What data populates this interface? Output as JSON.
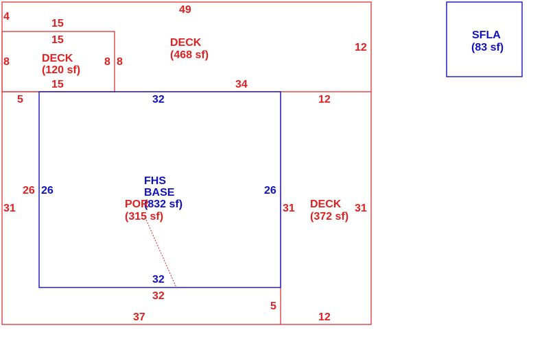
{
  "colors": {
    "deck": "#e02020",
    "base": "#1010c0",
    "background": "#ffffff"
  },
  "areas": {
    "deck_top": {
      "name": "DECK",
      "area": "(468 sf)"
    },
    "deck_small": {
      "name": "DECK",
      "area": "(120 sf)"
    },
    "base": {
      "name_line1": "FHS",
      "name_line2": "BASE",
      "area": "(832 sf)"
    },
    "porch": {
      "name": "POR",
      "area": "(315 sf)"
    },
    "deck_right": {
      "name": "DECK",
      "area": "(372 sf)"
    },
    "sfla": {
      "name": "SFLA",
      "area": "(83 sf)"
    }
  },
  "dimensions": {
    "top_width": "49",
    "top_left_height": "4",
    "small_deck_top_outer": "15",
    "small_deck_top_inner": "15",
    "small_deck_bottom": "15",
    "small_deck_left": "8",
    "small_deck_right_inner": "8",
    "small_deck_right_outer": "8",
    "top_deck_right_height": "12",
    "top_deck_bottom": "34",
    "left_gap": "5",
    "base_top": "32",
    "base_left_outer": "26",
    "base_left_inner": "26",
    "base_right": "26",
    "base_bottom_inner": "32",
    "porch_bottom": "32",
    "left_height": "31",
    "right_deck_left": "31",
    "right_deck_right": "31",
    "right_deck_top": "12",
    "right_deck_bottom": "12",
    "bottom_width": "37",
    "bottom_right_height": "5"
  }
}
